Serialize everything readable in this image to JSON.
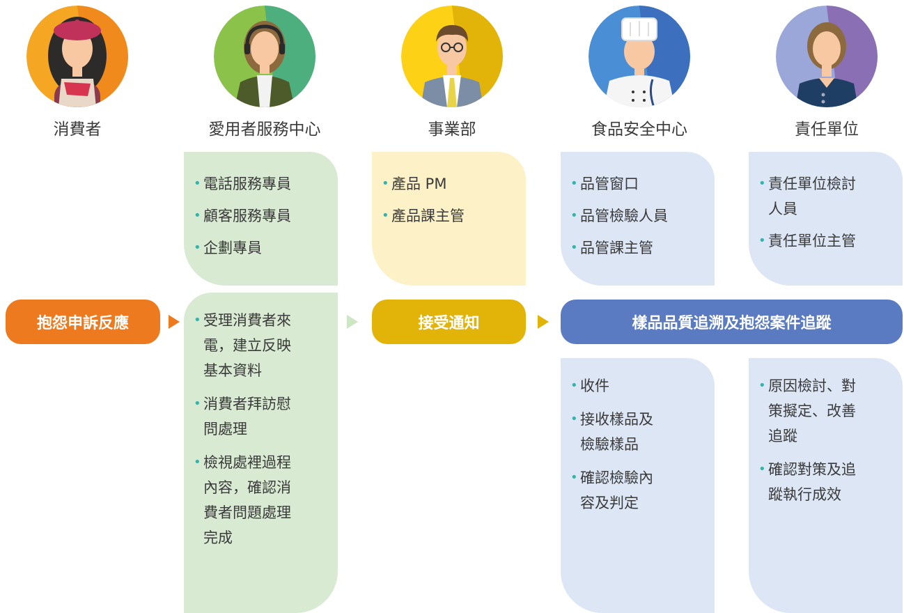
{
  "roles": [
    {
      "label": "消費者"
    },
    {
      "label": "愛用者服務中心"
    },
    {
      "label": "事業部"
    },
    {
      "label": "食品安全中心"
    },
    {
      "label": "責任單位"
    }
  ],
  "personnel": {
    "service_center": [
      "電話服務專員",
      "顧客服務專員",
      "企劃專員"
    ],
    "business_unit": [
      "產品 PM",
      "產品課主管"
    ],
    "food_safety": [
      "品管窗口",
      "品管檢驗人員",
      "品管課主管"
    ],
    "responsible_unit": [
      "責任單位檢討\n人員",
      "責任單位主管"
    ]
  },
  "flow": {
    "complaint": "抱怨申訴反應",
    "notification": "接受通知",
    "tracking": "樣品品質追溯及抱怨案件追蹤"
  },
  "tasks": {
    "service_center": [
      "受理消費者來\n電，建立反映\n基本資料",
      "消費者拜訪慰\n問處理",
      "檢視處裡過程\n內容，確認消\n費者問題處理\n完成"
    ],
    "food_safety": [
      "收件",
      "接收樣品及\n檢驗樣品",
      "確認檢驗內\n容及判定"
    ],
    "responsible_unit": [
      "原因檢討、對\n策擬定、改善\n追蹤",
      "確認對策及追\n蹤執行成效"
    ]
  },
  "colors": {
    "complaint_pill": "#ee7a1f",
    "notification_pill": "#e2b40a",
    "tracking_pill": "#5a7bc2",
    "green_panel": "#d9ead3",
    "yellow_panel": "#fdf1c8",
    "blue_panel": "#dde6f4",
    "bullet": "#35b3a8"
  }
}
